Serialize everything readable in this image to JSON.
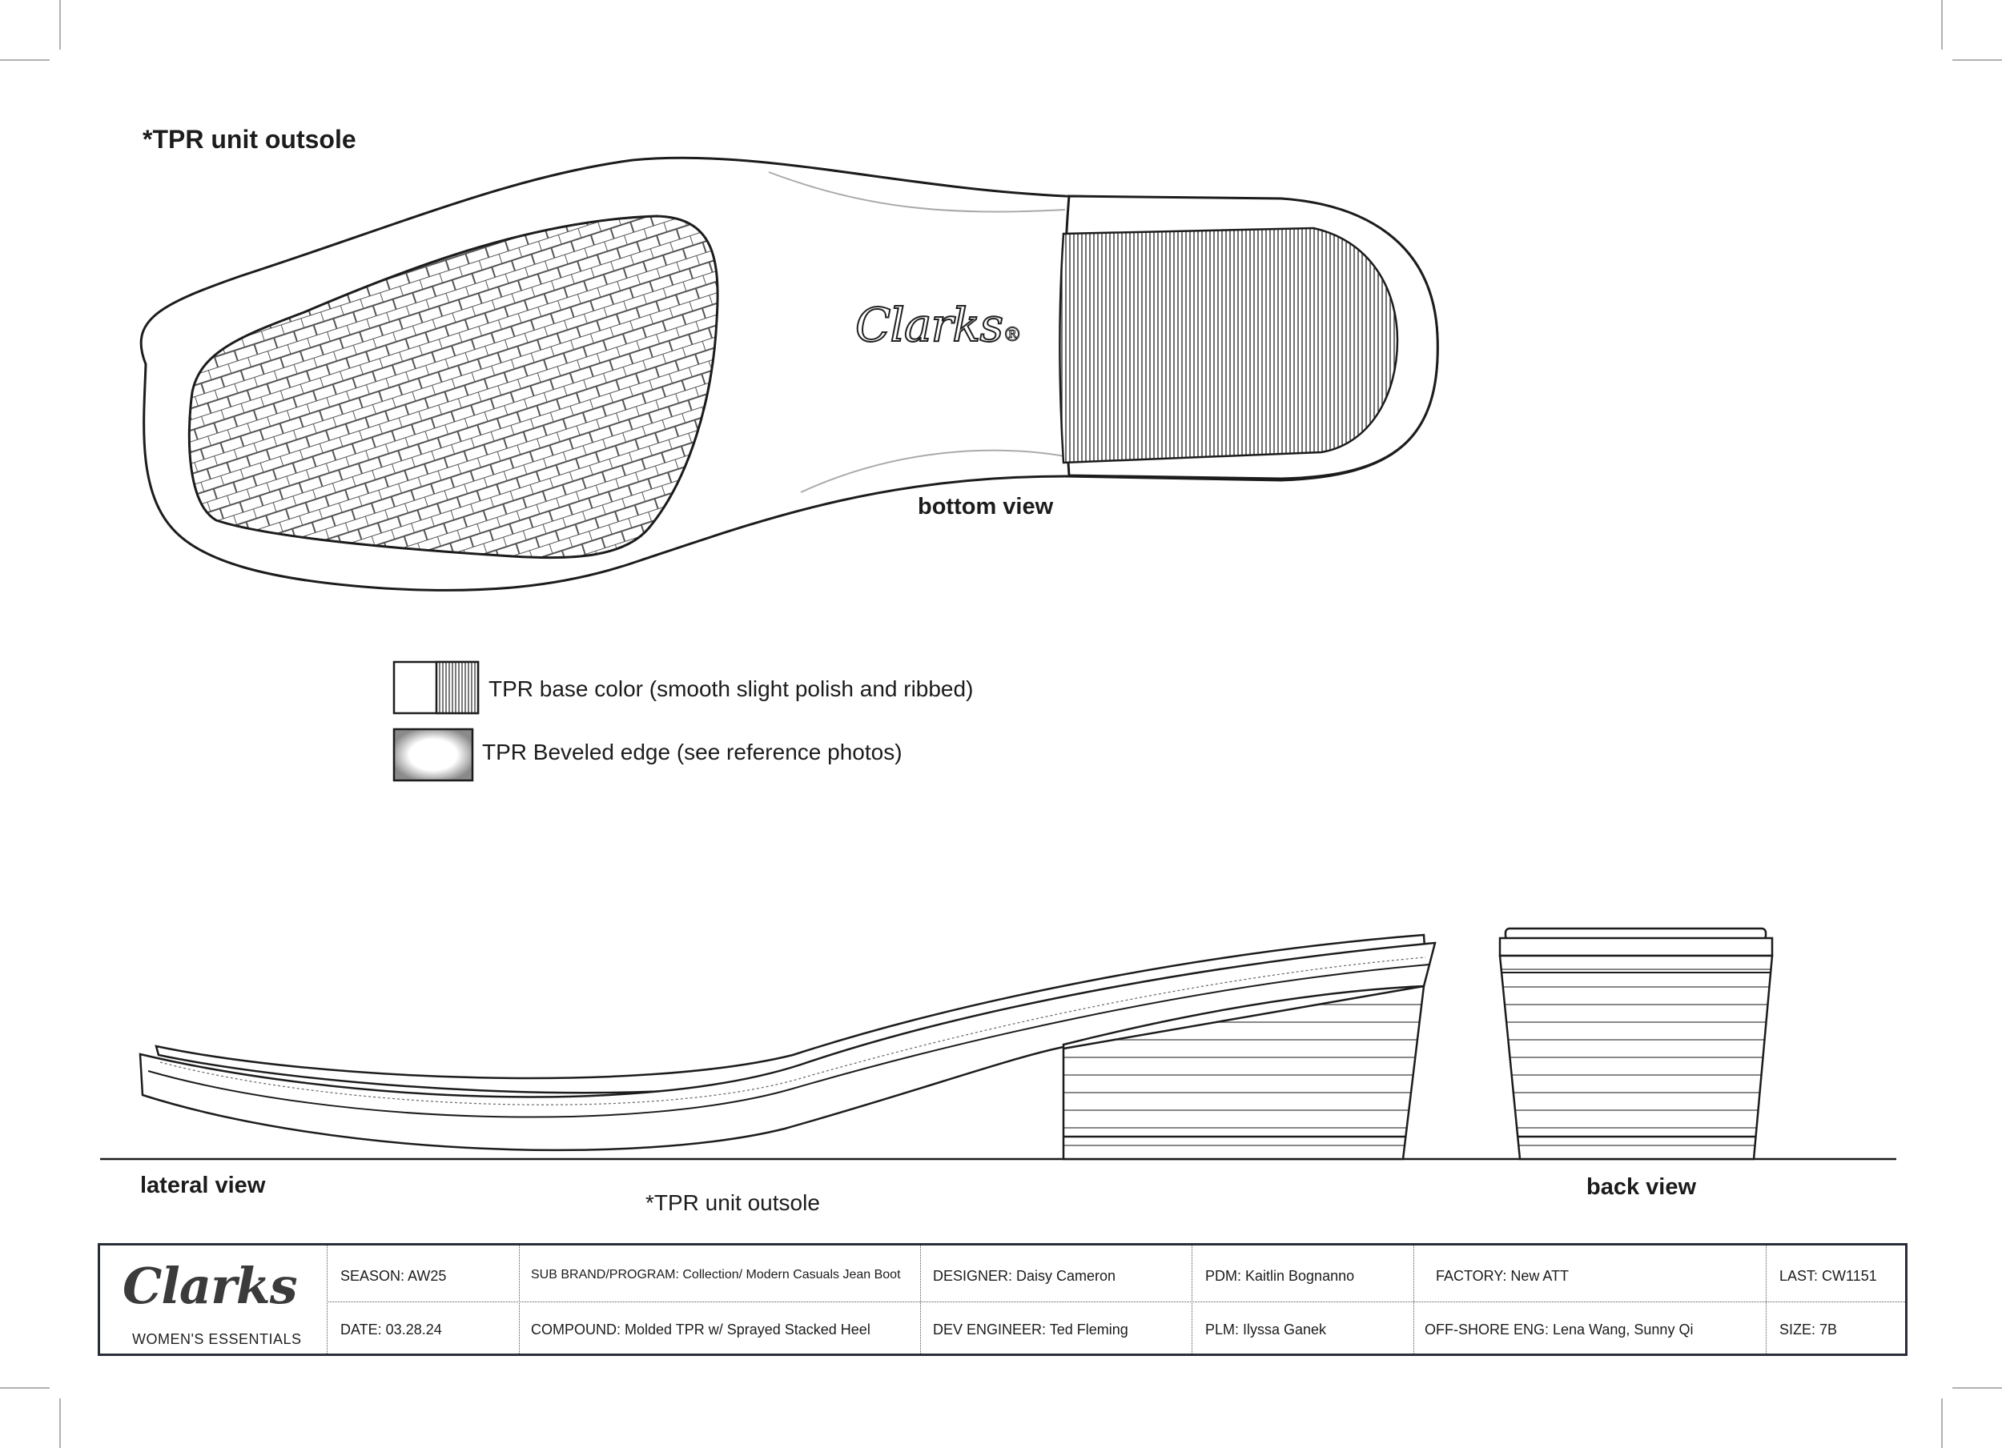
{
  "labels": {
    "top_title": "*TPR unit outsole",
    "bottom_view": "bottom view",
    "lateral_view": "lateral view",
    "bottom_note": "*TPR unit outsole",
    "back_view": "back view",
    "sole_logo": "Clarks",
    "sole_logo_mark": "®"
  },
  "legend": {
    "base_color": "TPR base color (smooth slight polish and ribbed)",
    "beveled_edge": "TPR Beveled edge (see reference photos)"
  },
  "title_block": {
    "brand": "Clarks",
    "brand_sub": "WOMEN'S ESSENTIALS",
    "season": "SEASON: AW25",
    "date": "DATE:  03.28.24",
    "sub_brand": "SUB BRAND/PROGRAM: Collection/ Modern Casuals Jean Boot",
    "compound": "COMPOUND: Molded TPR w/ Sprayed Stacked Heel",
    "designer": "DESIGNER:  Daisy Cameron",
    "dev_engineer": "DEV ENGINEER:  Ted Fleming",
    "pdm": "PDM:  Kaitlin Bognanno",
    "plm": "PLM: Ilyssa Ganek",
    "factory": "FACTORY:  New ATT",
    "offshore_eng": "OFF-SHORE ENG: Lena Wang, Sunny Qi",
    "last": "LAST: CW1151",
    "size": "SIZE: 7B"
  },
  "colors": {
    "line": "#1c1c1c",
    "frame": "#2a2d3a",
    "bevel": "#8a8a8a"
  }
}
